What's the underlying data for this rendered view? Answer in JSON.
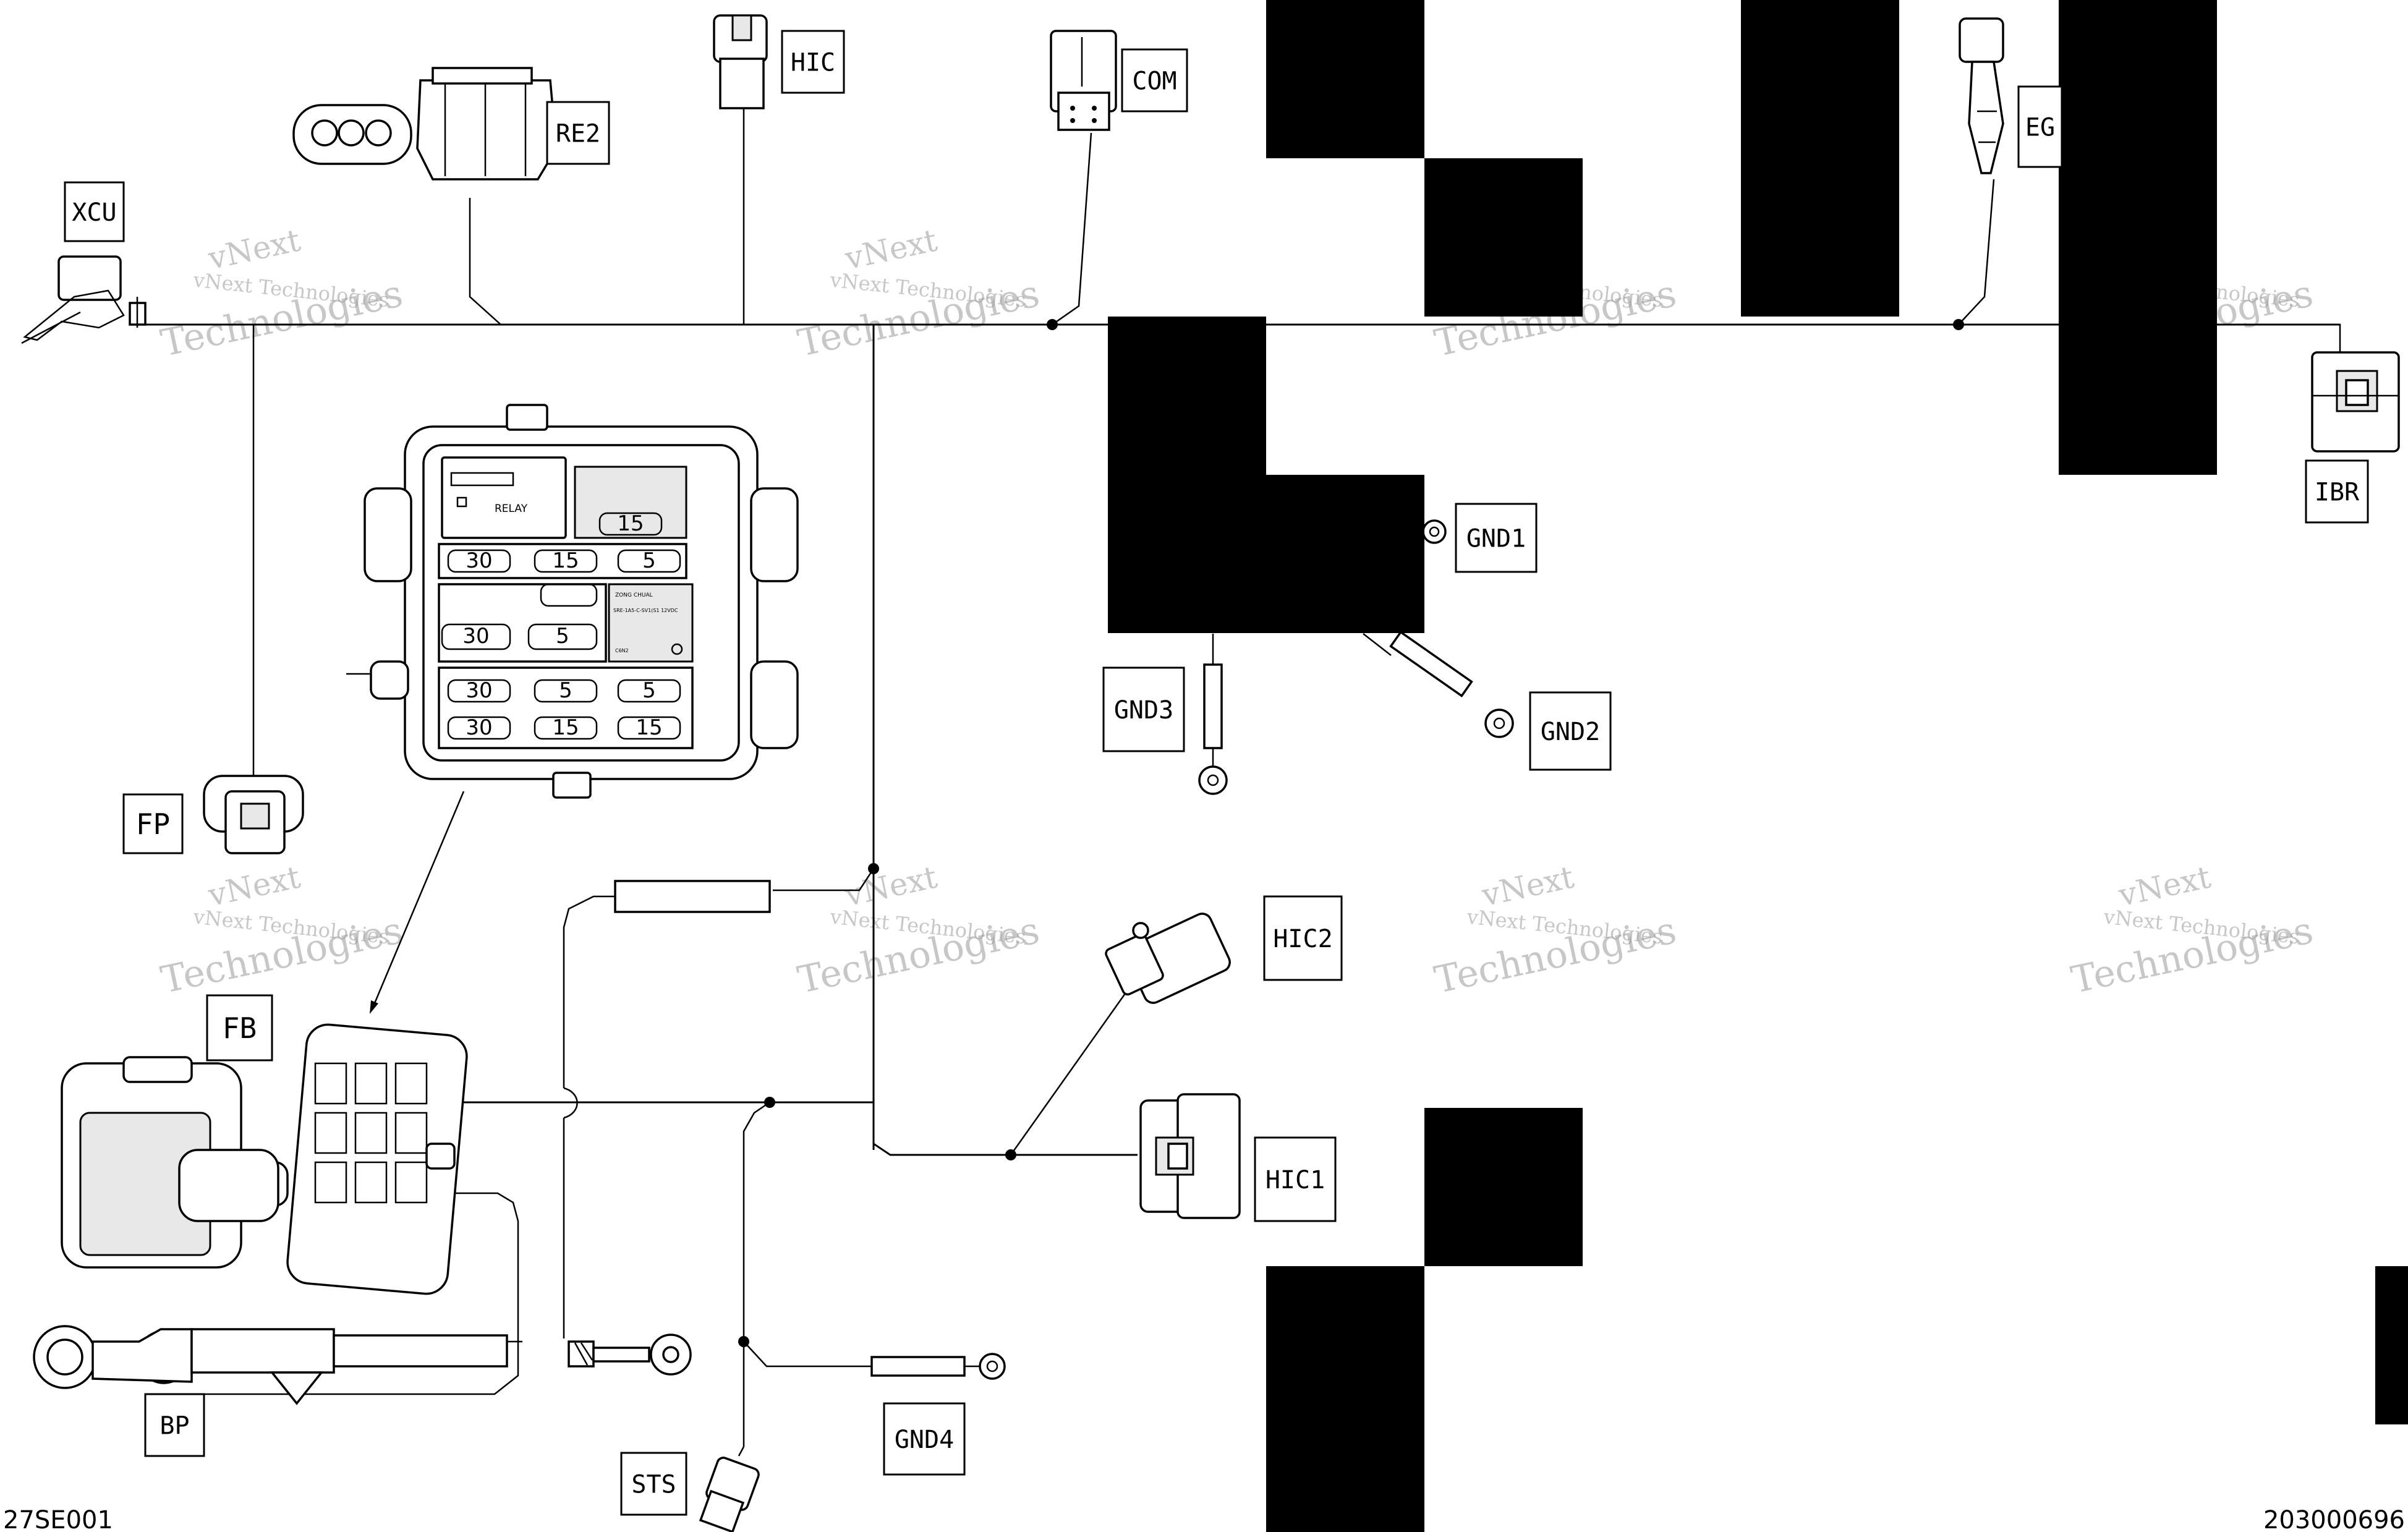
{
  "diagram": {
    "connectors": [
      {
        "id": "xcu",
        "label": "XCU"
      },
      {
        "id": "re2",
        "label": "RE2"
      },
      {
        "id": "hic",
        "label": "HIC"
      },
      {
        "id": "com",
        "label": "COM"
      },
      {
        "id": "eg",
        "label": "EG"
      },
      {
        "id": "ibr",
        "label": "IBR"
      },
      {
        "id": "gnd1",
        "label": "GND1"
      },
      {
        "id": "gnd2",
        "label": "GND2"
      },
      {
        "id": "gnd3",
        "label": "GND3"
      },
      {
        "id": "fp",
        "label": "FP"
      },
      {
        "id": "fb",
        "label": "FB"
      },
      {
        "id": "hic2",
        "label": "HIC2"
      },
      {
        "id": "hic1",
        "label": "HIC1"
      },
      {
        "id": "bp",
        "label": "BP"
      },
      {
        "id": "sts",
        "label": "STS"
      },
      {
        "id": "gnd4",
        "label": "GND4"
      }
    ],
    "fuse_box": {
      "relay_label": "RELAY",
      "fuse_values": [
        "15",
        "30",
        "15",
        "5",
        "30",
        "5",
        "30",
        "5",
        "5",
        "30",
        "15",
        "15"
      ],
      "module_text": [
        "ZONG CHUAL",
        "SRE-1A5-C-SV1(S1 12VDC",
        "C6N2"
      ]
    },
    "watermark": {
      "line1": "vNext",
      "line2": "vNext Technologies",
      "line3": "Technologies"
    },
    "footer": {
      "left_code": "27SE001",
      "right_code": "203000696"
    }
  }
}
